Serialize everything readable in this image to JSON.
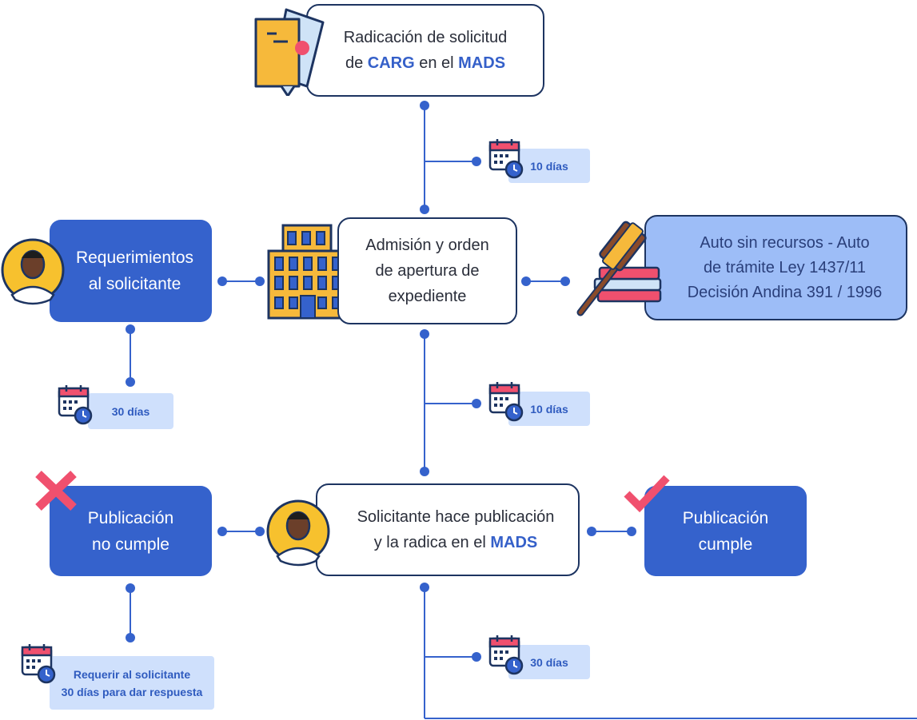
{
  "nodes": {
    "radicacion": {
      "line1": "Radicación de solicitud",
      "line2_pre": "de ",
      "line2_hl1": "CARG",
      "line2_mid": " en el ",
      "line2_hl2": "MADS"
    },
    "admision": {
      "line1": "Admisión y orden",
      "line2": "de apertura de",
      "line3": "expediente"
    },
    "requerimientos": {
      "line1": "Requerimientos",
      "line2": "al solicitante"
    },
    "auto": {
      "line1": "Auto sin recursos - Auto",
      "line2": "de trámite Ley 1437/11",
      "line3": "Decisión Andina 391 / 1996"
    },
    "solicitante_pub": {
      "line1": "Solicitante hace publicación",
      "line2_pre": "y la radica en el ",
      "line2_hl": "MADS"
    },
    "pub_no_cumple": {
      "line1": "Publicación",
      "line2": "no cumple"
    },
    "pub_cumple": {
      "line1": "Publicación",
      "line2": "cumple"
    }
  },
  "durations": {
    "d1": "10 días",
    "d2": "30 días",
    "d3": "10 días",
    "d4_line1": "Requerir al solicitante",
    "d4_line2": "30 días para dar respuesta",
    "d5": "30 días"
  },
  "colors": {
    "primary": "#3562cc",
    "light": "#9dbdf7",
    "pill": "#cfe0fc",
    "dark": "#1d3461",
    "x_mark": "#f0506e",
    "check_mark": "#f0506e"
  },
  "icons": [
    "document-icon",
    "building-icon",
    "person-avatar-icon",
    "gavel-books-icon",
    "calendar-clock-icon",
    "x-mark-icon",
    "check-mark-icon"
  ]
}
